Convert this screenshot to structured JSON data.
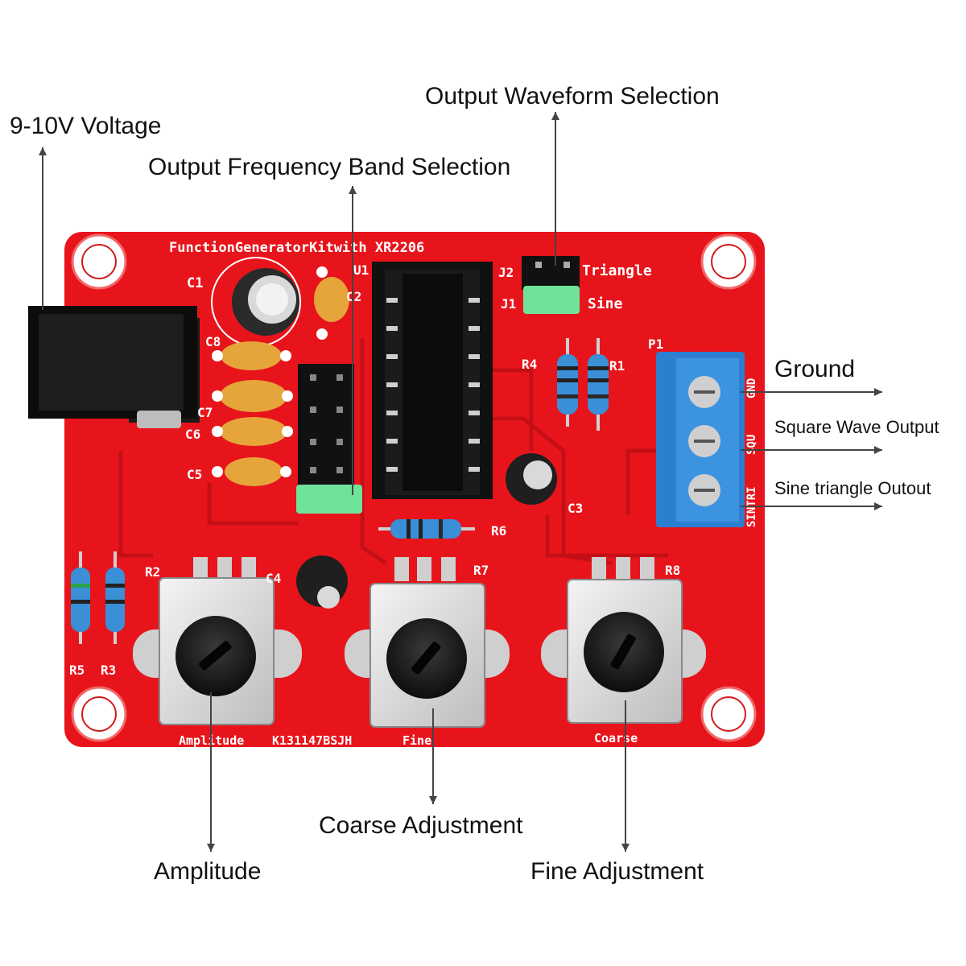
{
  "callouts": {
    "voltage": "9-10V Voltage",
    "band_selection": "Output Frequency Band Selection",
    "waveform_selection": "Output Waveform Selection",
    "ground": "Ground",
    "square_output": "Square Wave Output",
    "sine_triangle_output": "Sine triangle Outout",
    "coarse_adjustment": "Coarse Adjustment",
    "amplitude": "Amplitude",
    "fine_adjustment": "Fine Adjustment"
  },
  "board": {
    "title": "FunctionGeneratorKitwith XR2206",
    "part_number": "K131147BSJH",
    "labels": {
      "c1": "C1",
      "c2": "C2",
      "c3": "C3",
      "c4": "C4",
      "c5": "C5",
      "c6": "C6",
      "c7": "C7",
      "c8": "C8",
      "u1": "U1",
      "j1": "J1",
      "j2": "J2",
      "p1": "P1",
      "r1": "R1",
      "r2": "R2",
      "r3": "R3",
      "r4": "R4",
      "r5": "R5",
      "r6": "R6",
      "r7": "R7",
      "r8": "R8",
      "triangle": "Triangle",
      "sine": "Sine",
      "gnd": "GND",
      "squ": "SQU",
      "sintri": "SINTRI",
      "amplitude": "Amplitude",
      "fine": "Fine",
      "coarse": "Coarse"
    }
  },
  "colors": {
    "pcb": "#e8141c",
    "terminal": "#2c7fcf",
    "jumper": "#6fe39a",
    "ic": "#111111"
  }
}
